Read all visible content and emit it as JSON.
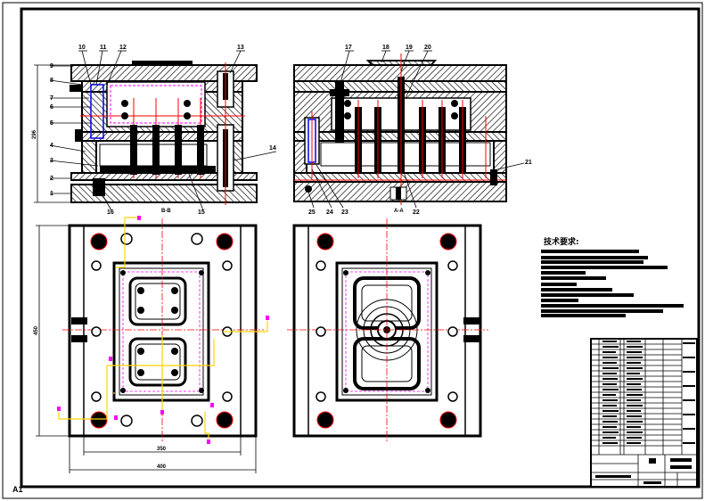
{
  "drawing": {
    "part_labels": {
      "p1": "1",
      "p2": "2",
      "p3": "3",
      "p4": "4",
      "p5": "5",
      "p6": "6",
      "p7": "7",
      "p8": "8",
      "p9": "9",
      "p10": "10",
      "p11": "11",
      "p12": "12",
      "p13": "13",
      "p14": "14",
      "p15": "15",
      "p16": "16",
      "p17": "17",
      "p18": "18",
      "p19": "19",
      "p20": "20",
      "p21": "21",
      "p22": "22",
      "p23": "23",
      "p24": "24",
      "p25": "25"
    },
    "dimensions": {
      "height_front": "296",
      "height_plan": "450",
      "width_inner": "350",
      "width_outer": "400"
    },
    "section_marks": {
      "left_top": "B-B",
      "right_top": "A-A"
    },
    "notes_title": "技术要求:",
    "sheet_mark": "A1",
    "colors": {
      "line": "#000000",
      "centerline": "#ff0000",
      "hidden": "#0000ff",
      "dim_yellow": "#ffd400",
      "marker": "#ff00ff"
    }
  }
}
